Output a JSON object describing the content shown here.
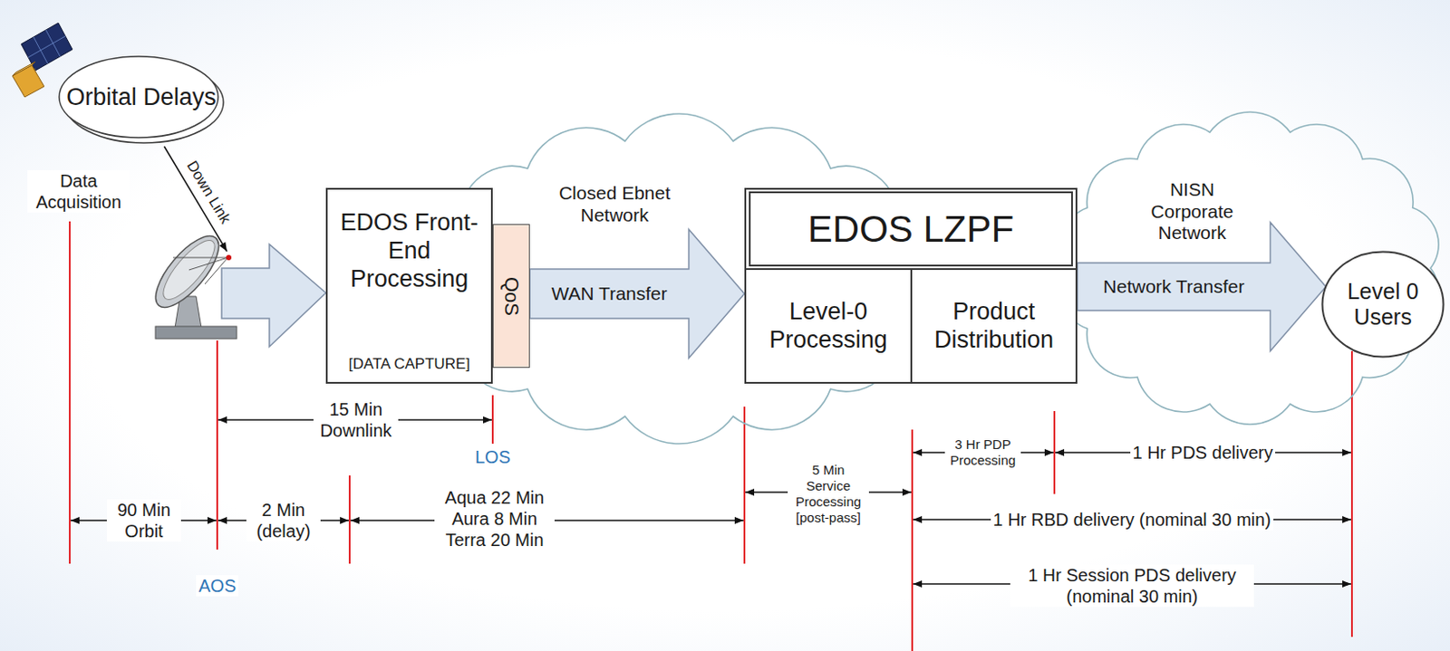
{
  "diagram": {
    "nodes": [
      {
        "text": [
          "Orbital Delays"
        ]
      },
      {
        "text": [
          "EDOS Front-End Processing",
          "[DATA CAPTURE]"
        ]
      },
      {
        "text": [
          "QoS"
        ]
      },
      {
        "text": [
          "Closed Ebnet Network"
        ]
      },
      {
        "text": [
          "EDOS LZPF"
        ]
      },
      {
        "text": [
          "Level-0 Processing"
        ],
        "in": 4
      },
      {
        "text": [
          "Product Distribution"
        ],
        "in": 4
      },
      {
        "text": [
          "NISN Corporate Network"
        ]
      },
      {
        "text": [
          "Level 0 Users"
        ]
      }
    ],
    "edges": [
      {
        "from": 2,
        "to": 5,
        "arrow": "to",
        "label": "WAN Transfer"
      },
      {
        "from": 6,
        "to": 8,
        "arrow": "to",
        "label": "Network Transfer"
      }
    ],
    "labels": [
      "Data Acquisition",
      "Down Link",
      "15 Min Downlink",
      "LOS",
      "AOS",
      "90 Min Orbit",
      "2 Min (delay)",
      "Aqua 22 Min Aura 8 Min Terra 20 Min",
      "5 Min Service Processing [post-pass]",
      "3 Hr PDP Processing",
      "1 Hr PDS delivery",
      "1 Hr RBD delivery (nominal 30 min)",
      "1 Hr Session PDS delivery (nominal 30 min)"
    ]
  }
}
